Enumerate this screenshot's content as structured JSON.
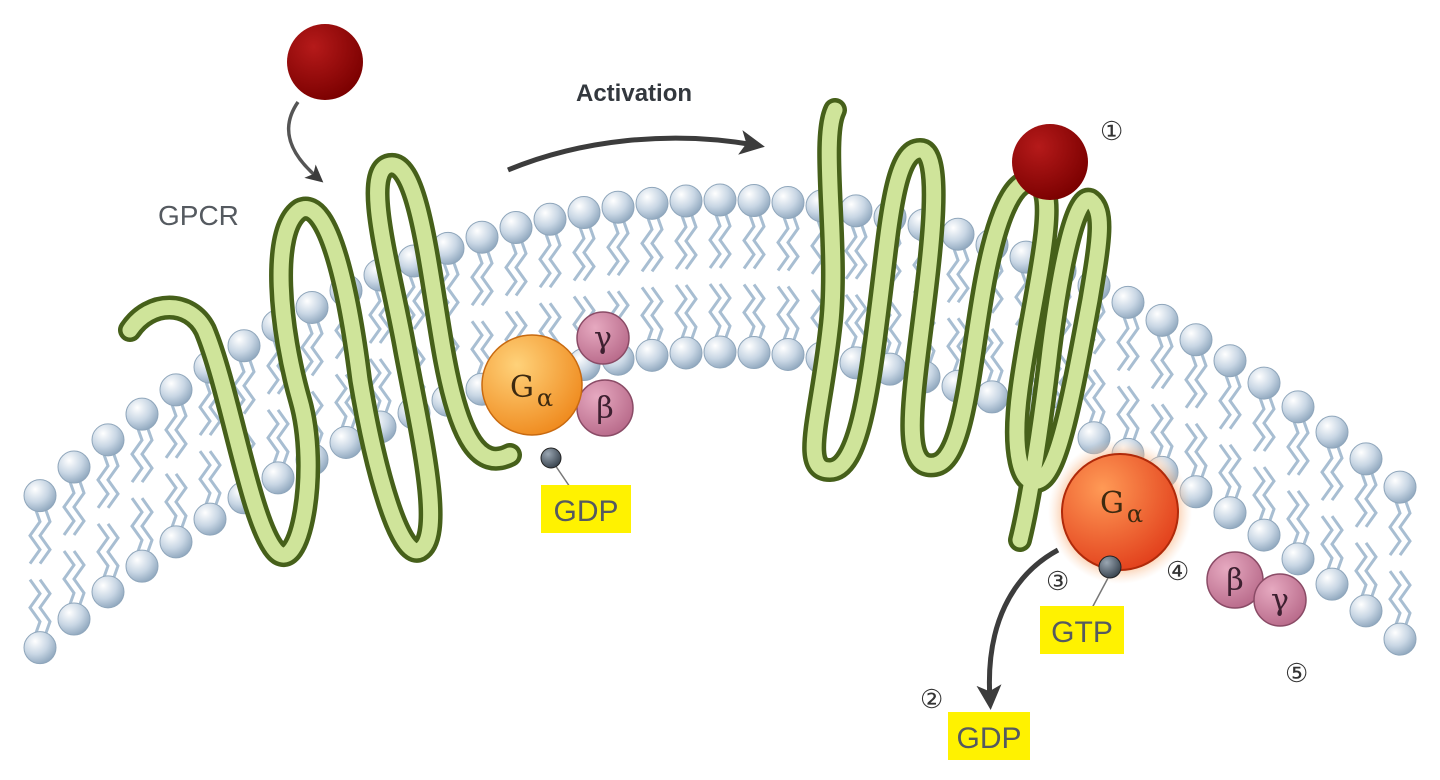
{
  "labels": {
    "gpcr": "GPCR",
    "activation": "Activation"
  },
  "g_inactive": {
    "alpha_main": "G",
    "alpha_sub": "α",
    "gamma": "γ",
    "beta": "β",
    "nucleotide": "GDP"
  },
  "g_active": {
    "alpha_main": "G",
    "alpha_sub": "α",
    "beta": "β",
    "gamma": "γ",
    "nucleotide": "GTP",
    "released_nucleotide": "GDP"
  },
  "step_markers": {
    "s1": "①",
    "s2": "②",
    "s3": "③",
    "s4": "④",
    "s5": "⑤"
  },
  "colors": {
    "ligand": "#8b0000",
    "helix": "#cfe49a",
    "helix_outline": "#46601a",
    "lipid_head": "#c4d3e2",
    "lipid_tail": "#a8bed2",
    "g_alpha_inactive": "#f7a03a",
    "g_alpha_active": "#ec5b2a",
    "g_beta_gamma": "#c7819d",
    "highlight": "#fff200"
  }
}
